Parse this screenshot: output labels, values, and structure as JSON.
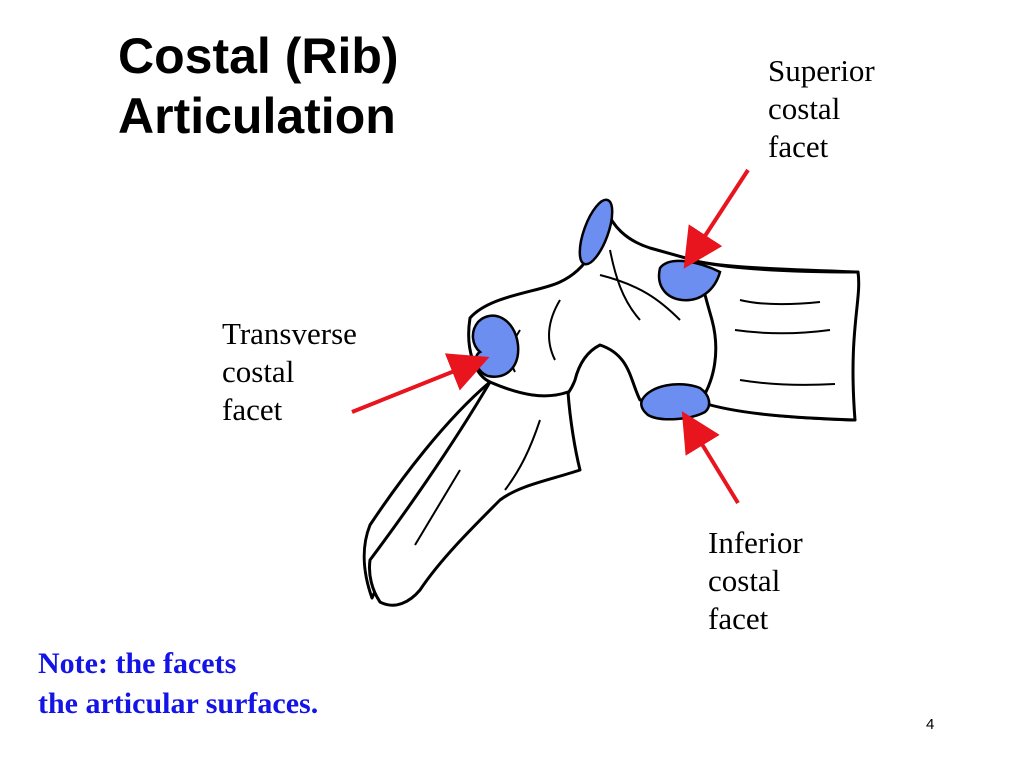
{
  "title": {
    "line1": "Costal (Rib)",
    "line2": "Articulation"
  },
  "labels": {
    "superior": [
      "Superior",
      "costal",
      "facet"
    ],
    "transverse": [
      "Transverse",
      "costal",
      "facet"
    ],
    "inferior": [
      "Inferior",
      "costal",
      "facet"
    ]
  },
  "note": {
    "line1": "Note: the facets",
    "line2": "the articular surfaces.",
    "color": "#1414e6"
  },
  "page_number": "4",
  "colors": {
    "facet_fill": "#6b8ef0",
    "arrow": "#e8141e",
    "bone_outline": "#000000"
  }
}
